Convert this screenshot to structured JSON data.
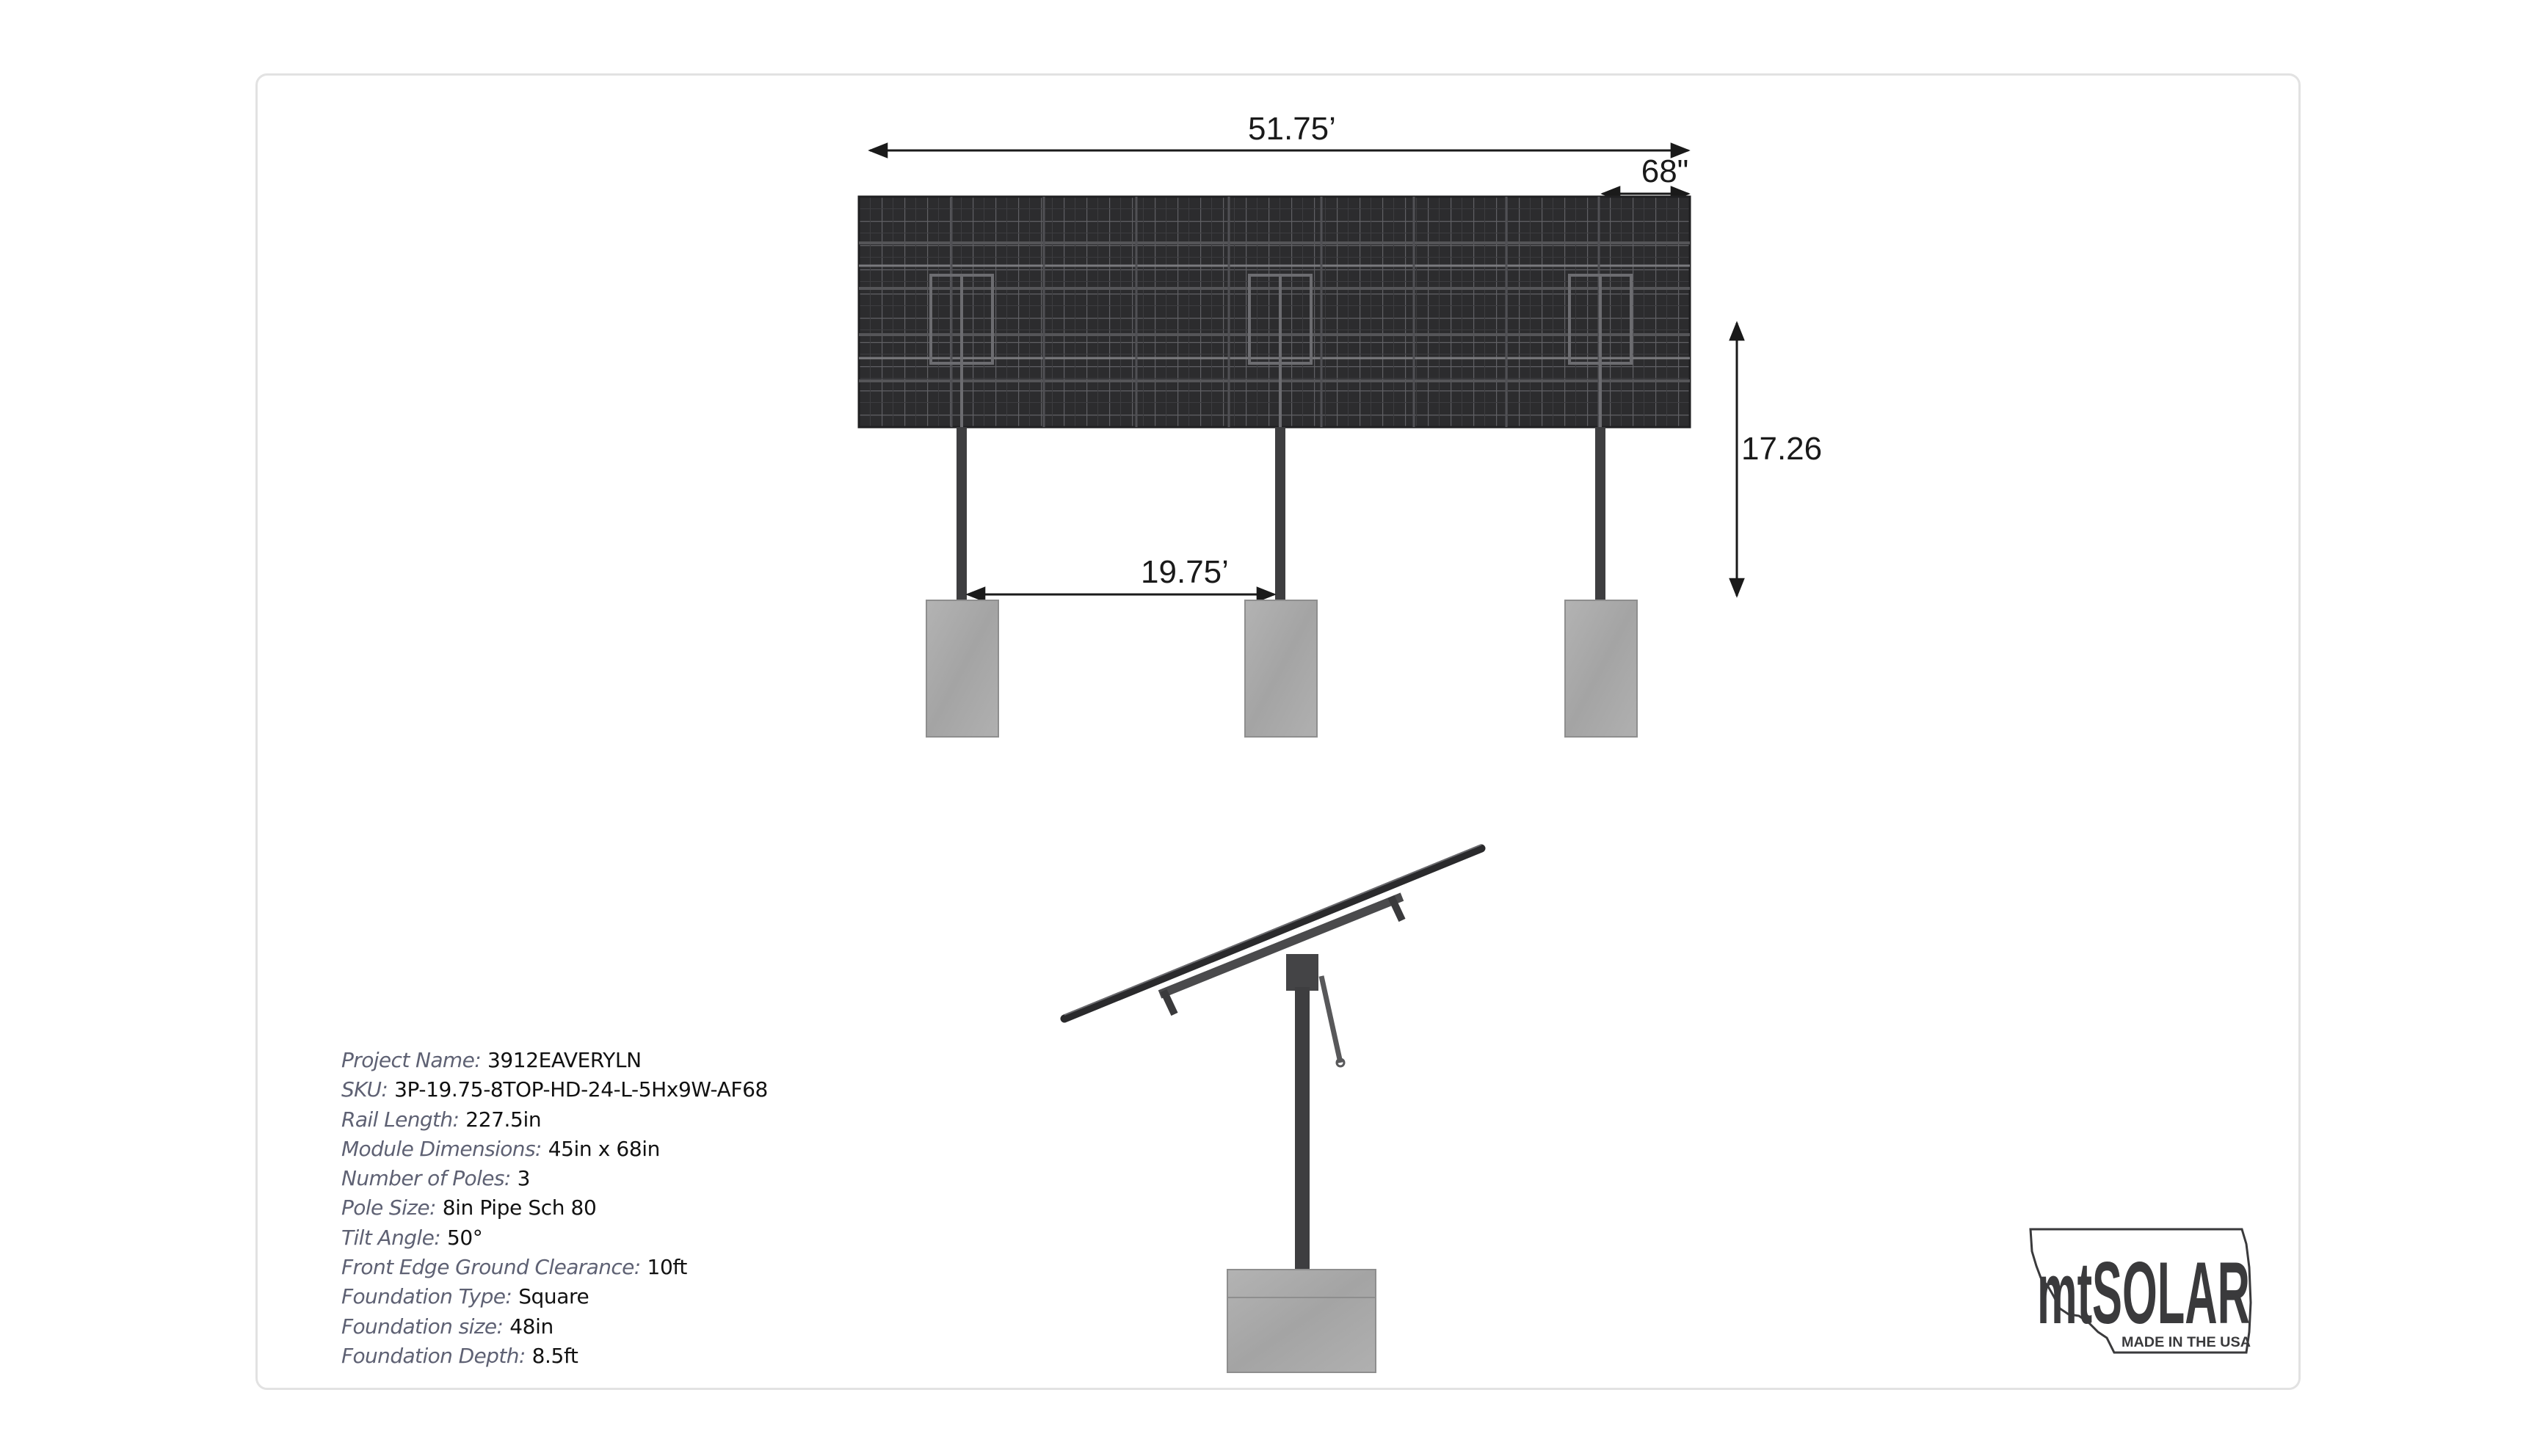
{
  "dimensions": {
    "overall_width": "51.75’",
    "module_width": "68\"",
    "pole_spacing": "19.75’",
    "overall_height": "17.26"
  },
  "specs": [
    {
      "label": "Project Name:",
      "value": "3912EAVERYLN"
    },
    {
      "label": "SKU:",
      "value": "3P-19.75-8TOP-HD-24-L-5Hx9W-AF68"
    },
    {
      "label": "Rail Length:",
      "value": "227.5in"
    },
    {
      "label": "Module Dimensions:",
      "value": "45in x 68in"
    },
    {
      "label": "Number of Poles:",
      "value": "3"
    },
    {
      "label": "Pole Size:",
      "value": "8in Pipe Sch 80"
    },
    {
      "label": "Tilt Angle:",
      "value": "50°"
    },
    {
      "label": "Front Edge Ground Clearance:",
      "value": "10ft"
    },
    {
      "label": "Foundation Type:",
      "value": "Square"
    },
    {
      "label": "Foundation size:",
      "value": "48in"
    },
    {
      "label": "Foundation Depth:",
      "value": "8.5ft"
    }
  ],
  "logo": {
    "brand": "mtSOLAR",
    "tagline": "MADE IN THE USA"
  },
  "colors": {
    "panel": "#2b2b2d",
    "steel": "#4a4a4c",
    "concrete": "#a8a8a8",
    "label": "#5e6173"
  }
}
